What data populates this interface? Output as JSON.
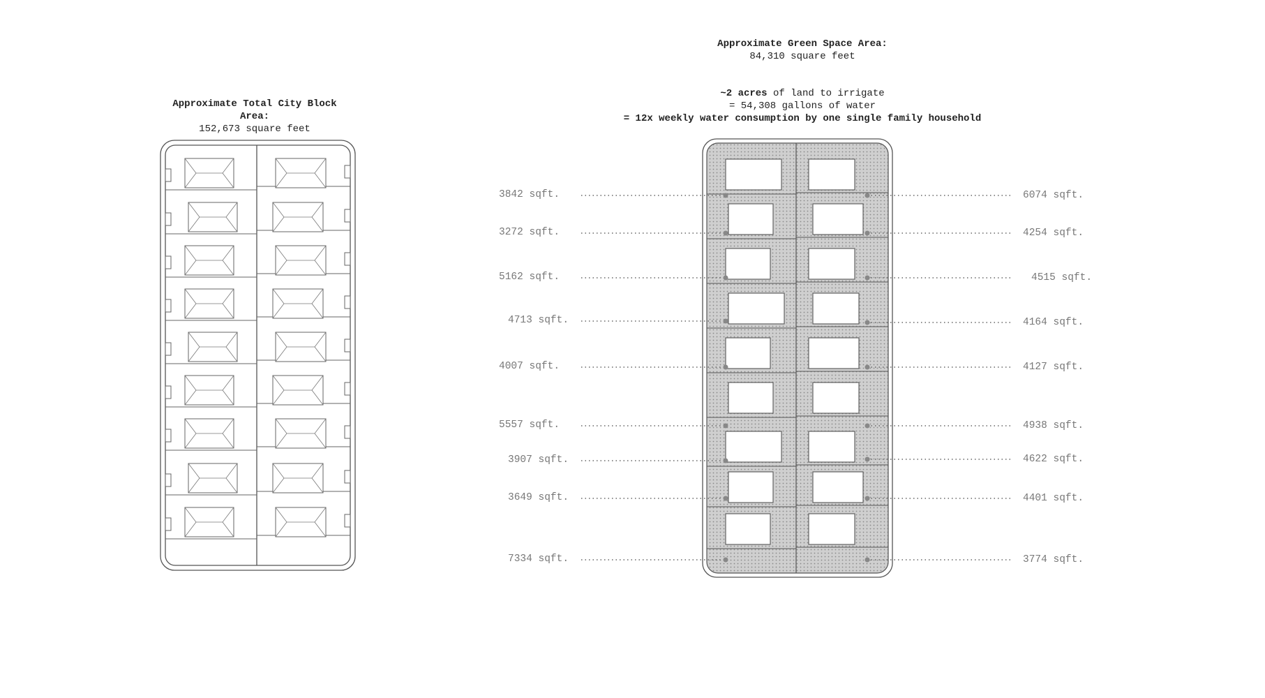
{
  "left_panel": {
    "title_line1": "Approximate Total City Block",
    "title_line2": "Area:",
    "subtitle": "152,673 square feet"
  },
  "right_panel": {
    "title": "Approximate Green Space Area:",
    "subtitle": "84,310 square feet",
    "line1_bold": "~2 acres",
    "line1_rest": " of land to irrigate",
    "line2": "= 54,308 gallons of water",
    "line3": "= 12x weekly water consumption by one single family household"
  },
  "left_lot_areas": [
    "3842 sqft.",
    "3272 sqft.",
    "5162 sqft.",
    "4713 sqft.",
    "4007 sqft.",
    "5557 sqft.",
    "3907 sqft.",
    "3649 sqft.",
    "7334 sqft."
  ],
  "right_lot_areas": [
    "6074 sqft.",
    "4254 sqft.",
    "4515 sqft.",
    "4164 sqft.",
    "4127 sqft.",
    "4938 sqft.",
    "4622 sqft.",
    "4401 sqft.",
    "3774 sqft."
  ],
  "colors": {
    "line": "#555555",
    "green_space_fill": "#bdbdbd",
    "label": "#777777"
  }
}
